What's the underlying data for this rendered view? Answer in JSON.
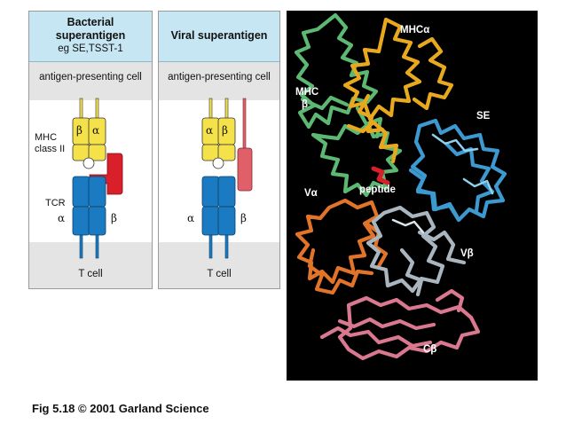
{
  "left_panel": {
    "title_line1": "Bacterial",
    "title_line2": "superantigen",
    "subtitle": "eg SE,TSST-1",
    "top_cell": "antigen-presenting cell",
    "bottom_cell": "T cell",
    "mhc_label_line1": "MHC",
    "mhc_label_line2": "class II",
    "tcr_label": "TCR",
    "mhc_beta": "β",
    "mhc_alpha": "α",
    "tcr_alpha": "α",
    "tcr_beta": "β"
  },
  "middle_panel": {
    "title": "Viral superantigen",
    "top_cell": "antigen-presenting cell",
    "bottom_cell": "T cell",
    "mhc_alpha": "α",
    "mhc_beta": "β",
    "tcr_alpha": "α",
    "tcr_beta": "β"
  },
  "structure_labels": {
    "mhc_alpha": "MHCα",
    "mhc_beta_line1": "MHC",
    "mhc_beta_line2": "β",
    "se": "SE",
    "v_alpha": "Vα",
    "peptide": "peptide",
    "v_beta": "Vβ",
    "c_beta": "Cβ"
  },
  "colors": {
    "header_bg": "#c6e6f3",
    "cell_band": "#e4e4e4",
    "mhc_yellow": "#f5e24a",
    "tcr_blue": "#1a7bc2",
    "bacterial_sag_red": "#d9202a",
    "viral_sag_pink": "#e0606a",
    "mhc_alpha_orange": "#e8a91e",
    "mhc_beta_green": "#5cb872",
    "se_blue": "#3c9ad0",
    "v_alpha_orange": "#e2742a",
    "v_beta_grey": "#a9b6c0",
    "c_beta_pink": "#d9788f"
  },
  "caption": "Fig 5.18  © 2001 Garland Science"
}
